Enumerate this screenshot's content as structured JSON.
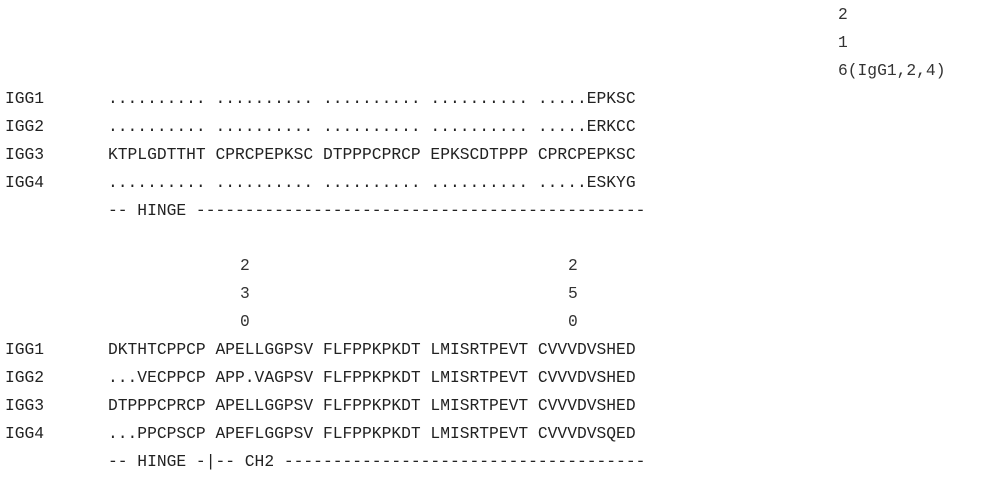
{
  "block1": {
    "position_marker": [
      "2",
      "1",
      "6(IgG1,2,4)"
    ],
    "rows": [
      {
        "label": "IGG1",
        "seq": ".......... .......... .......... .......... .....EPKSC"
      },
      {
        "label": "IGG2",
        "seq": ".......... .......... .......... .......... .....ERKCC"
      },
      {
        "label": "IGG3",
        "seq": "KTPLGDTTHT CPRCPEPKSC DTPPPCPRCP EPKSCDTPPP CPRCPEPKSC"
      },
      {
        "label": "IGG4",
        "seq": ".......... .......... .......... .......... .....ESKYG"
      }
    ],
    "domain_line": "-- HINGE ----------------------------------------------"
  },
  "block2": {
    "position_marker_a": [
      "2",
      "3",
      "0"
    ],
    "position_marker_b": [
      "2",
      "5",
      "0"
    ],
    "rows": [
      {
        "label": "IGG1",
        "seq": "DKTHTCPPCP APELLGGPSV FLFPPKPKDT LMISRTPEVT CVVVDVSHED"
      },
      {
        "label": "IGG2",
        "seq": "...VECPPCP APP.VAGPSV FLFPPKPKDT LMISRTPEVT CVVVDVSHED"
      },
      {
        "label": "IGG3",
        "seq": "DTPPPCPRCP APELLGGPSV FLFPPKPKDT LMISRTPEVT CVVVDVSHED"
      },
      {
        "label": "IGG4",
        "seq": "...PPCPSCP APEFLGGPSV FLFPPKPKDT LMISRTPEVT CVVVDVSQED"
      }
    ],
    "domain_line": "-- HINGE -|-- CH2 -------------------------------------"
  }
}
